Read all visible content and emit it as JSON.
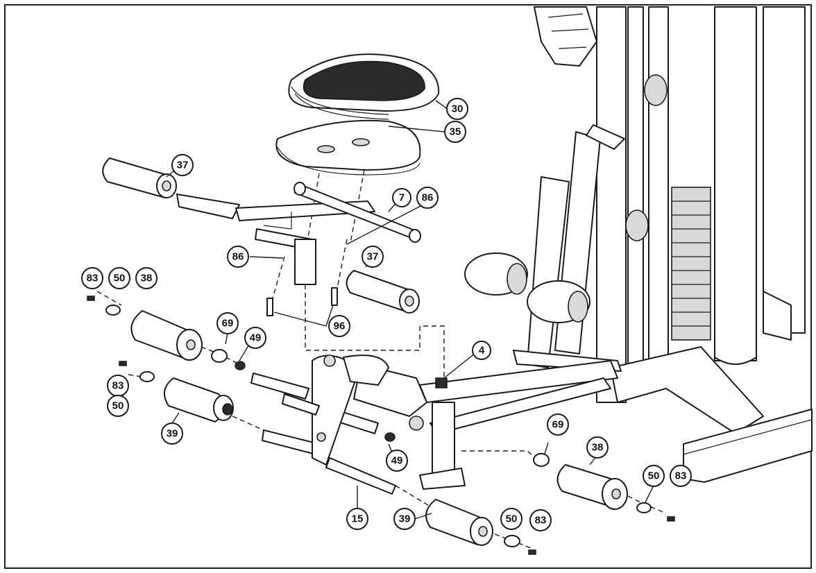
{
  "diagram": {
    "callouts": [
      {
        "id": "c30",
        "label": "30"
      },
      {
        "id": "c35",
        "label": "35"
      },
      {
        "id": "c37a",
        "label": "37"
      },
      {
        "id": "c7",
        "label": "7"
      },
      {
        "id": "c86a",
        "label": "86"
      },
      {
        "id": "c86b",
        "label": "86"
      },
      {
        "id": "c37b",
        "label": "37"
      },
      {
        "id": "c83a",
        "label": "83"
      },
      {
        "id": "c50a",
        "label": "50"
      },
      {
        "id": "c38a",
        "label": "38"
      },
      {
        "id": "c96",
        "label": "96"
      },
      {
        "id": "c69a",
        "label": "69"
      },
      {
        "id": "c49a",
        "label": "49"
      },
      {
        "id": "c4",
        "label": "4"
      },
      {
        "id": "c83b",
        "label": "83"
      },
      {
        "id": "c50b",
        "label": "50"
      },
      {
        "id": "c39a",
        "label": "39"
      },
      {
        "id": "c49b",
        "label": "49"
      },
      {
        "id": "c15",
        "label": "15"
      },
      {
        "id": "c39b",
        "label": "39"
      },
      {
        "id": "c50c",
        "label": "50"
      },
      {
        "id": "c83c",
        "label": "83"
      },
      {
        "id": "c69b",
        "label": "69"
      },
      {
        "id": "c38b",
        "label": "38"
      },
      {
        "id": "c50d",
        "label": "50"
      },
      {
        "id": "c83d",
        "label": "83"
      }
    ]
  }
}
